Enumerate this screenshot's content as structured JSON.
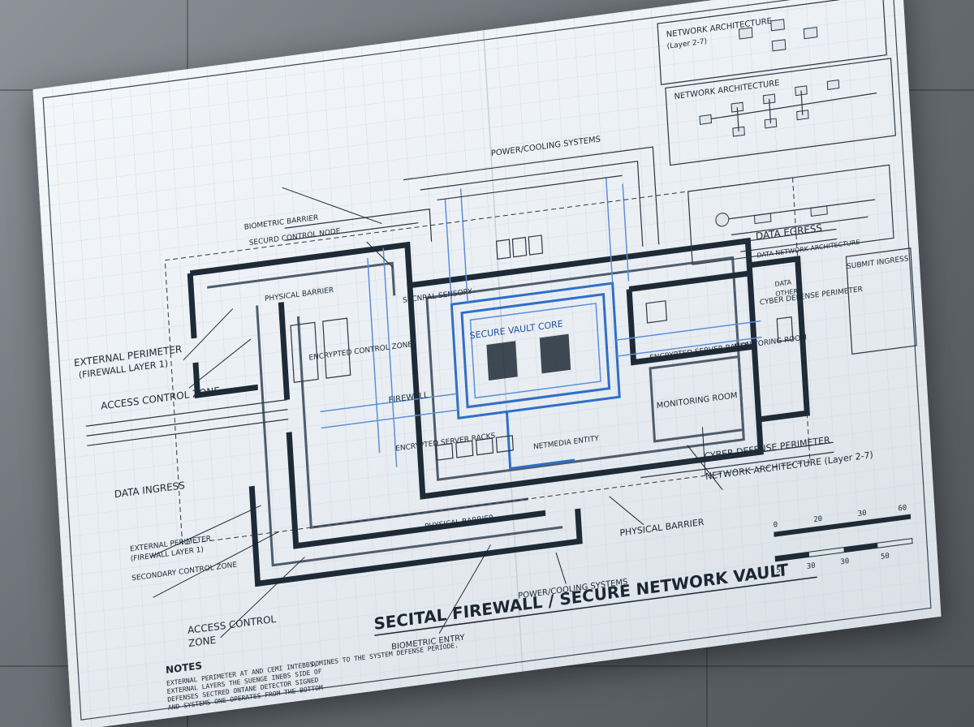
{
  "title": "SECITAL FIREWALL / SECURE NETWORK VAULT",
  "labels": {
    "external_perimeter": "EXTERNAL PERIMETER",
    "external_perimeter_sub": "(FIREWALL LAYER 1)",
    "access_control_zone": "ACCESS CONTROL ZONE",
    "data_ingress": "DATA INGRESS",
    "data_egress": "DATA EGRESS",
    "physical_barrier": "PHYSICAL BARRIER",
    "secure_vault_core": "SECURE VAULT CORE",
    "firewall": "FIREWALL",
    "encrypted_server_racks": "ENCRYPTED SERVER RACKS",
    "encrypted_control_zone": "ENCRYPTED CONTROL ZONE",
    "monitoring_room": "MONITORING ROOM",
    "cyber_defense_perimeter": "CYBER DEFENSE PERIMETER",
    "network_architecture_27": "NETWORK ARCHITECTURE (Layer 2-7)",
    "power_cooling": "POWER/COOLING SYSTEMS",
    "biometric_entry": "BIOMETRIC ENTRY",
    "biometric_barrier": "BIOMETRIC BARRIER",
    "secure_control_node": "SECURD CONTROL NODE",
    "secnral_sensory": "SECNRAL SENSORY",
    "network_architecture": "NETWORK ARCHITECTURE",
    "network_architecture_top": "NETWORK ARCHITECTURE",
    "layer_top": "(Layer 2-7)",
    "data_egress_sub": "DATA NETWORK ARCHITECTURE",
    "submit_ingress": "SUBMIT INGRESS",
    "monitoring_room2": "MONITORING ROOM",
    "cyber_defense_perimeter2": "CYBER DEFENSE PERIMETER",
    "external_perimeter2": "EXTERNAL PERIMETER",
    "external_perimeter2_sub": "(FIREWALL LAYER 1)",
    "secondary_control_zone": "SECONDARY CONTROL ZONE",
    "access_control_zone2": "ACCESS CONTROL",
    "access_control_zone2_b": "ZONE",
    "netmedia_entity": "NETMEDIA ENTITY",
    "data": "DATA",
    "other": "OTHER"
  },
  "notes": {
    "heading": "NOTES",
    "lines": [
      "EXTERNAL PERIMETER AT AND CEMI INTEBBS,",
      "EXTERNAL LAYERS THE SUENGE INEBS SIDE OF",
      "DEFENSES SECTRED ONTANE DETECTOR SIGNED",
      "AND SYSTEMS ONE OPERATES FROM THE BOTTOM",
      "DOMINES TO THE SYSTEM DEFENSE PERIODE."
    ]
  },
  "scale_bar": {
    "top_ticks": [
      "0",
      "20",
      "30",
      "60"
    ],
    "bottom_ticks": [
      "5",
      "30",
      "30",
      "50"
    ]
  }
}
